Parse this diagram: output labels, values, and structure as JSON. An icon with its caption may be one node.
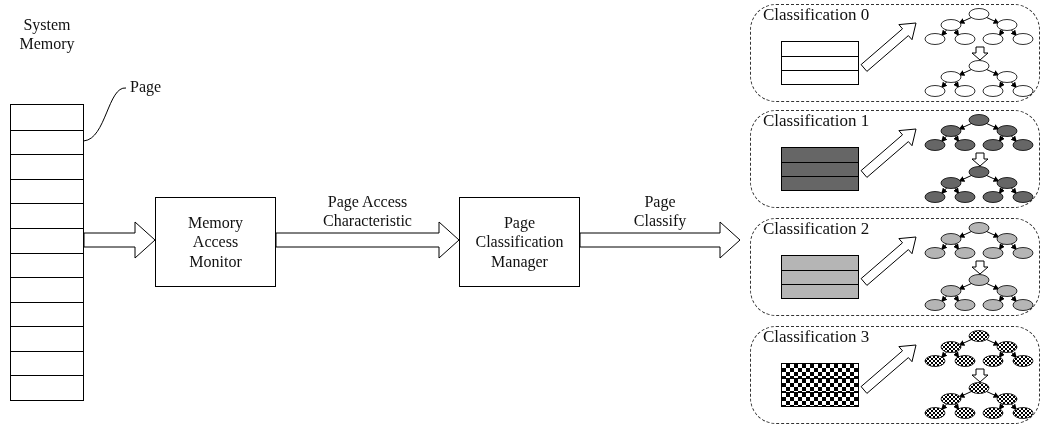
{
  "diagram": {
    "nodes": [
      {
        "text": [
          "System Memory"
        ]
      },
      {
        "text": [
          "Page"
        ]
      },
      {
        "text": [],
        "shape": "box",
        "in": 0
      },
      {
        "text": [
          "Memory Access Monitor"
        ]
      },
      {
        "text": [
          "Page Classification Manager"
        ]
      },
      {
        "text": [
          "Classification 0"
        ]
      },
      {
        "text": [],
        "shape": "box",
        "in": 5
      },
      {
        "text": [],
        "shape": "picture",
        "in": 5
      },
      {
        "text": [],
        "shape": "picture",
        "in": 5
      },
      {
        "text": [
          "Classification 1"
        ]
      },
      {
        "text": [],
        "shape": "box",
        "in": 9
      },
      {
        "text": [],
        "shape": "picture",
        "in": 9
      },
      {
        "text": [],
        "shape": "picture",
        "in": 9
      },
      {
        "text": [
          "Classification 2"
        ]
      },
      {
        "text": [],
        "shape": "box",
        "in": 13
      },
      {
        "text": [],
        "shape": "picture",
        "in": 13
      },
      {
        "text": [],
        "shape": "picture",
        "in": 13
      },
      {
        "text": [
          "Classification 3"
        ]
      },
      {
        "text": [],
        "shape": "box",
        "in": 17
      },
      {
        "text": [],
        "shape": "picture",
        "in": 17
      },
      {
        "text": [],
        "shape": "picture",
        "in": 17
      }
    ],
    "edges": [
      {
        "from": 0,
        "to": 3,
        "arrow": "to"
      },
      {
        "from": 3,
        "to": 4,
        "arrow": "to",
        "label": "Page Access Characteristic"
      },
      {
        "from": 4,
        "to": null,
        "arrow": "to",
        "label": "Page Classify"
      },
      {
        "from": 1,
        "to": 2,
        "arrow": "none"
      },
      {
        "from": 6,
        "to": 7,
        "arrow": "to"
      },
      {
        "from": 7,
        "to": 8,
        "arrow": "to"
      },
      {
        "from": 10,
        "to": 11,
        "arrow": "to"
      },
      {
        "from": 11,
        "to": 12,
        "arrow": "to"
      },
      {
        "from": 14,
        "to": 15,
        "arrow": "to"
      },
      {
        "from": 15,
        "to": 16,
        "arrow": "to"
      },
      {
        "from": 18,
        "to": 19,
        "arrow": "to"
      },
      {
        "from": 19,
        "to": 20,
        "arrow": "to"
      }
    ]
  }
}
